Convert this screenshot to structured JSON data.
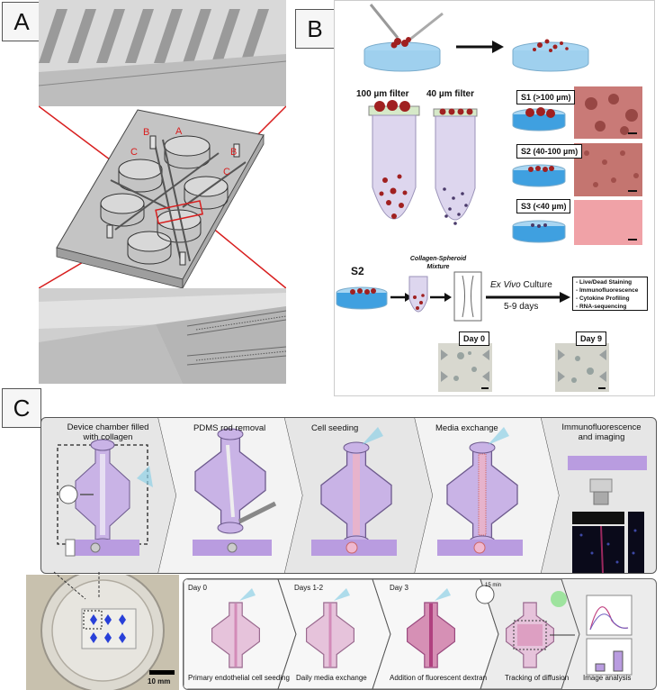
{
  "panels": {
    "a": {
      "letter": "A",
      "chip_labels": [
        "A",
        "B",
        "B",
        "C",
        "C"
      ]
    },
    "b": {
      "letter": "B",
      "filter_100": "100 µm filter",
      "filter_40": "40 µm filter",
      "s1": "S1 (>100 µm)",
      "s2": "S2 (40-100 µm)",
      "s3": "S3 (<40 µm)",
      "s2_label": "S2",
      "mixture": "Collagen-Spheroid Mixture",
      "ex_vivo_em": "Ex Vivo",
      "ex_vivo_rest": " Culture",
      "days": "5-9 days",
      "readouts": [
        "Live/Dead Staining",
        "Immunofluorescence",
        "Cytokine Profiling",
        "RNA-sequencing"
      ],
      "day0": "Day 0",
      "day9": "Day 9"
    },
    "c": {
      "letter": "C",
      "steps": [
        "Device chamber filled with collagen",
        "PDMS rod removal",
        "Cell seeding",
        "Media exchange",
        "Immunofluorescence and imaging"
      ],
      "scale": "10 mm",
      "bottom_days": [
        "Day 0",
        "Days 1-2",
        "Day 3"
      ],
      "bottom_captions": [
        "Primary endothelial cell seeding",
        "Daily media exchange",
        "Addition of fluorescent dextran",
        "Tracking of diffusion",
        "Image analysis"
      ],
      "timer": "15 min"
    }
  },
  "colors": {
    "chip": "#c8c8c8",
    "red_line": "#d81e1e",
    "purple": "#b7a0d6",
    "pink": "#e9a6c6",
    "dish": "#9fd0ee"
  }
}
